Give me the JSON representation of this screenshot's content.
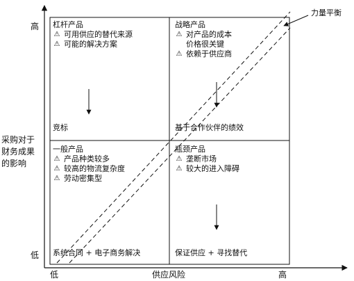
{
  "axes": {
    "y_label": [
      "采购对于",
      "财务成果",
      "的影响"
    ],
    "y_high": "高",
    "y_low": "低",
    "x_label": "供应风险",
    "x_low": "低",
    "x_high": "高"
  },
  "balance_label": "力量平衡",
  "bullet_icon": "warning-triangle-icon",
  "quadrants": {
    "top_left": {
      "title": "杠杆产品",
      "items": [
        [
          "可用供应的替代来源"
        ],
        [
          "可能的解决方案"
        ]
      ],
      "bottom": "竞标"
    },
    "top_right": {
      "title": "战略产品",
      "items": [
        [
          "对产品的成本",
          "价格很关键"
        ],
        [
          "依赖于供应商"
        ]
      ],
      "bottom": "基于合作伙伴的绩效"
    },
    "bottom_left": {
      "title": "一般产品",
      "items": [
        [
          "产品种类较多"
        ],
        [
          "较高的物流复杂度"
        ],
        [
          "劳动密集型"
        ]
      ],
      "bottom": "系统合同 + 电子商务解决"
    },
    "bottom_right": {
      "title": "瓶颈产品",
      "items": [
        [
          "垄断市场"
        ],
        [
          "较大的进入障碍"
        ]
      ],
      "bottom": "保证供应 + 寻找替代"
    }
  }
}
